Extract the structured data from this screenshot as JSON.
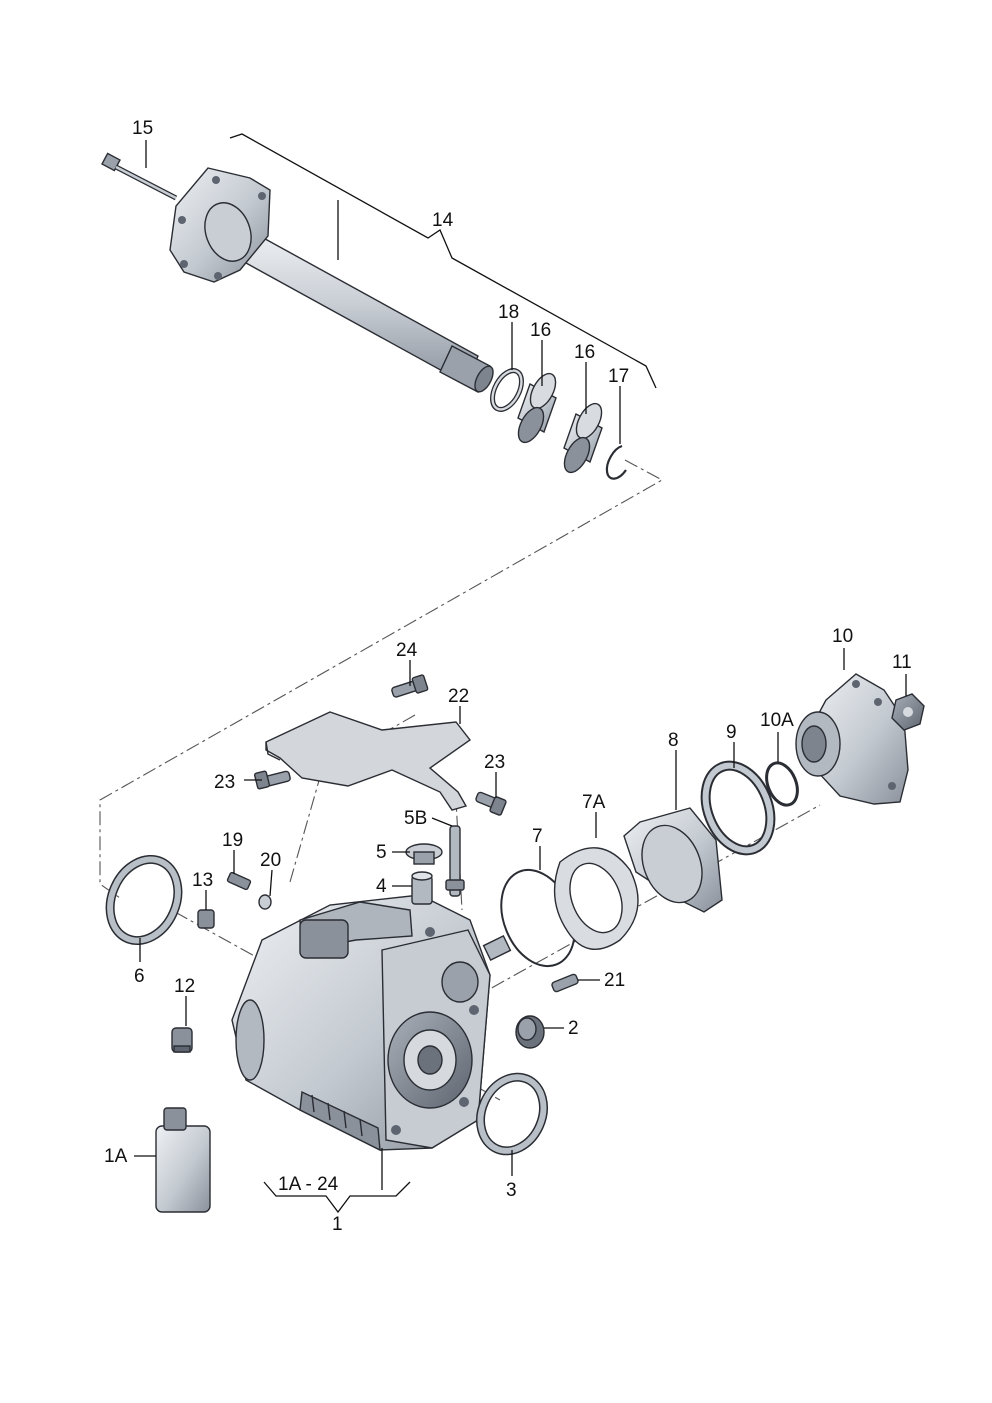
{
  "labels": {
    "p1": "1",
    "p1A": "1A",
    "range": "1A - 24",
    "p2": "2",
    "p3": "3",
    "p4": "4",
    "p5": "5",
    "p5B": "5B",
    "p6": "6",
    "p7": "7",
    "p7A": "7A",
    "p8": "8",
    "p9": "9",
    "p10": "10",
    "p10A": "10A",
    "p11": "11",
    "p12": "12",
    "p13": "13",
    "p14": "14",
    "p15": "15",
    "p16a": "16",
    "p16b": "16",
    "p17": "17",
    "p18": "18",
    "p19": "19",
    "p20": "20",
    "p21": "21",
    "p22": "22",
    "p23a": "23",
    "p23b": "23",
    "p24": "24"
  },
  "colors": {
    "metal_light": "#dfe3e8",
    "metal_mid": "#b9bfc7",
    "metal_dark": "#7d848e",
    "outline": "#2a2d33",
    "line": "#111111"
  }
}
